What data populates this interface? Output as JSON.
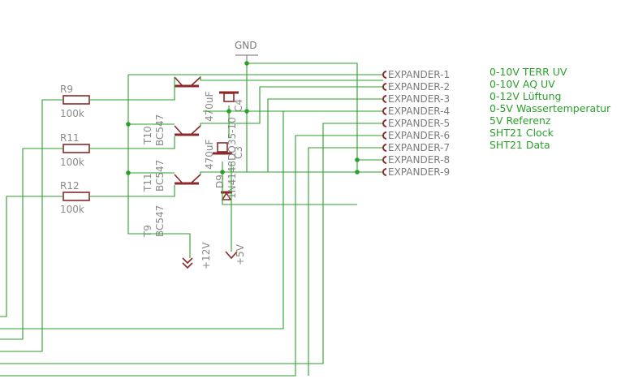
{
  "ground_label": "GND",
  "resistors": [
    {
      "ref": "R9",
      "value": "100k"
    },
    {
      "ref": "R11",
      "value": "100k"
    },
    {
      "ref": "R12",
      "value": "100k"
    }
  ],
  "transistors": [
    {
      "ref": "T10",
      "value": "BC547"
    },
    {
      "ref": "T11",
      "value": "BC547"
    },
    {
      "ref": "T9",
      "value": "BC547"
    }
  ],
  "capacitors": [
    {
      "ref": "C4",
      "value": "470uF"
    },
    {
      "ref": "C3",
      "value": "470uF"
    }
  ],
  "diode": {
    "ref": "D9",
    "value": "1N4148DO35-10"
  },
  "supplies": {
    "v12": "+12V",
    "v5": "+5V"
  },
  "connector_pins": [
    "EXPANDER-1",
    "EXPANDER-2",
    "EXPANDER-3",
    "EXPANDER-4",
    "EXPANDER-5",
    "EXPANDER-6",
    "EXPANDER-7",
    "EXPANDER-8",
    "EXPANDER-9"
  ],
  "notes": [
    "0-10V TERR UV",
    "0-10V AQ UV",
    "0-12V Lüftung",
    "0-5V Wassertemperatur",
    "5V Referenz",
    "SHT21 Clock",
    "SHT21 Data"
  ],
  "colors": {
    "wire": "#2aa02a",
    "part": "#8b2a2a",
    "label": "#8a8a8a"
  }
}
